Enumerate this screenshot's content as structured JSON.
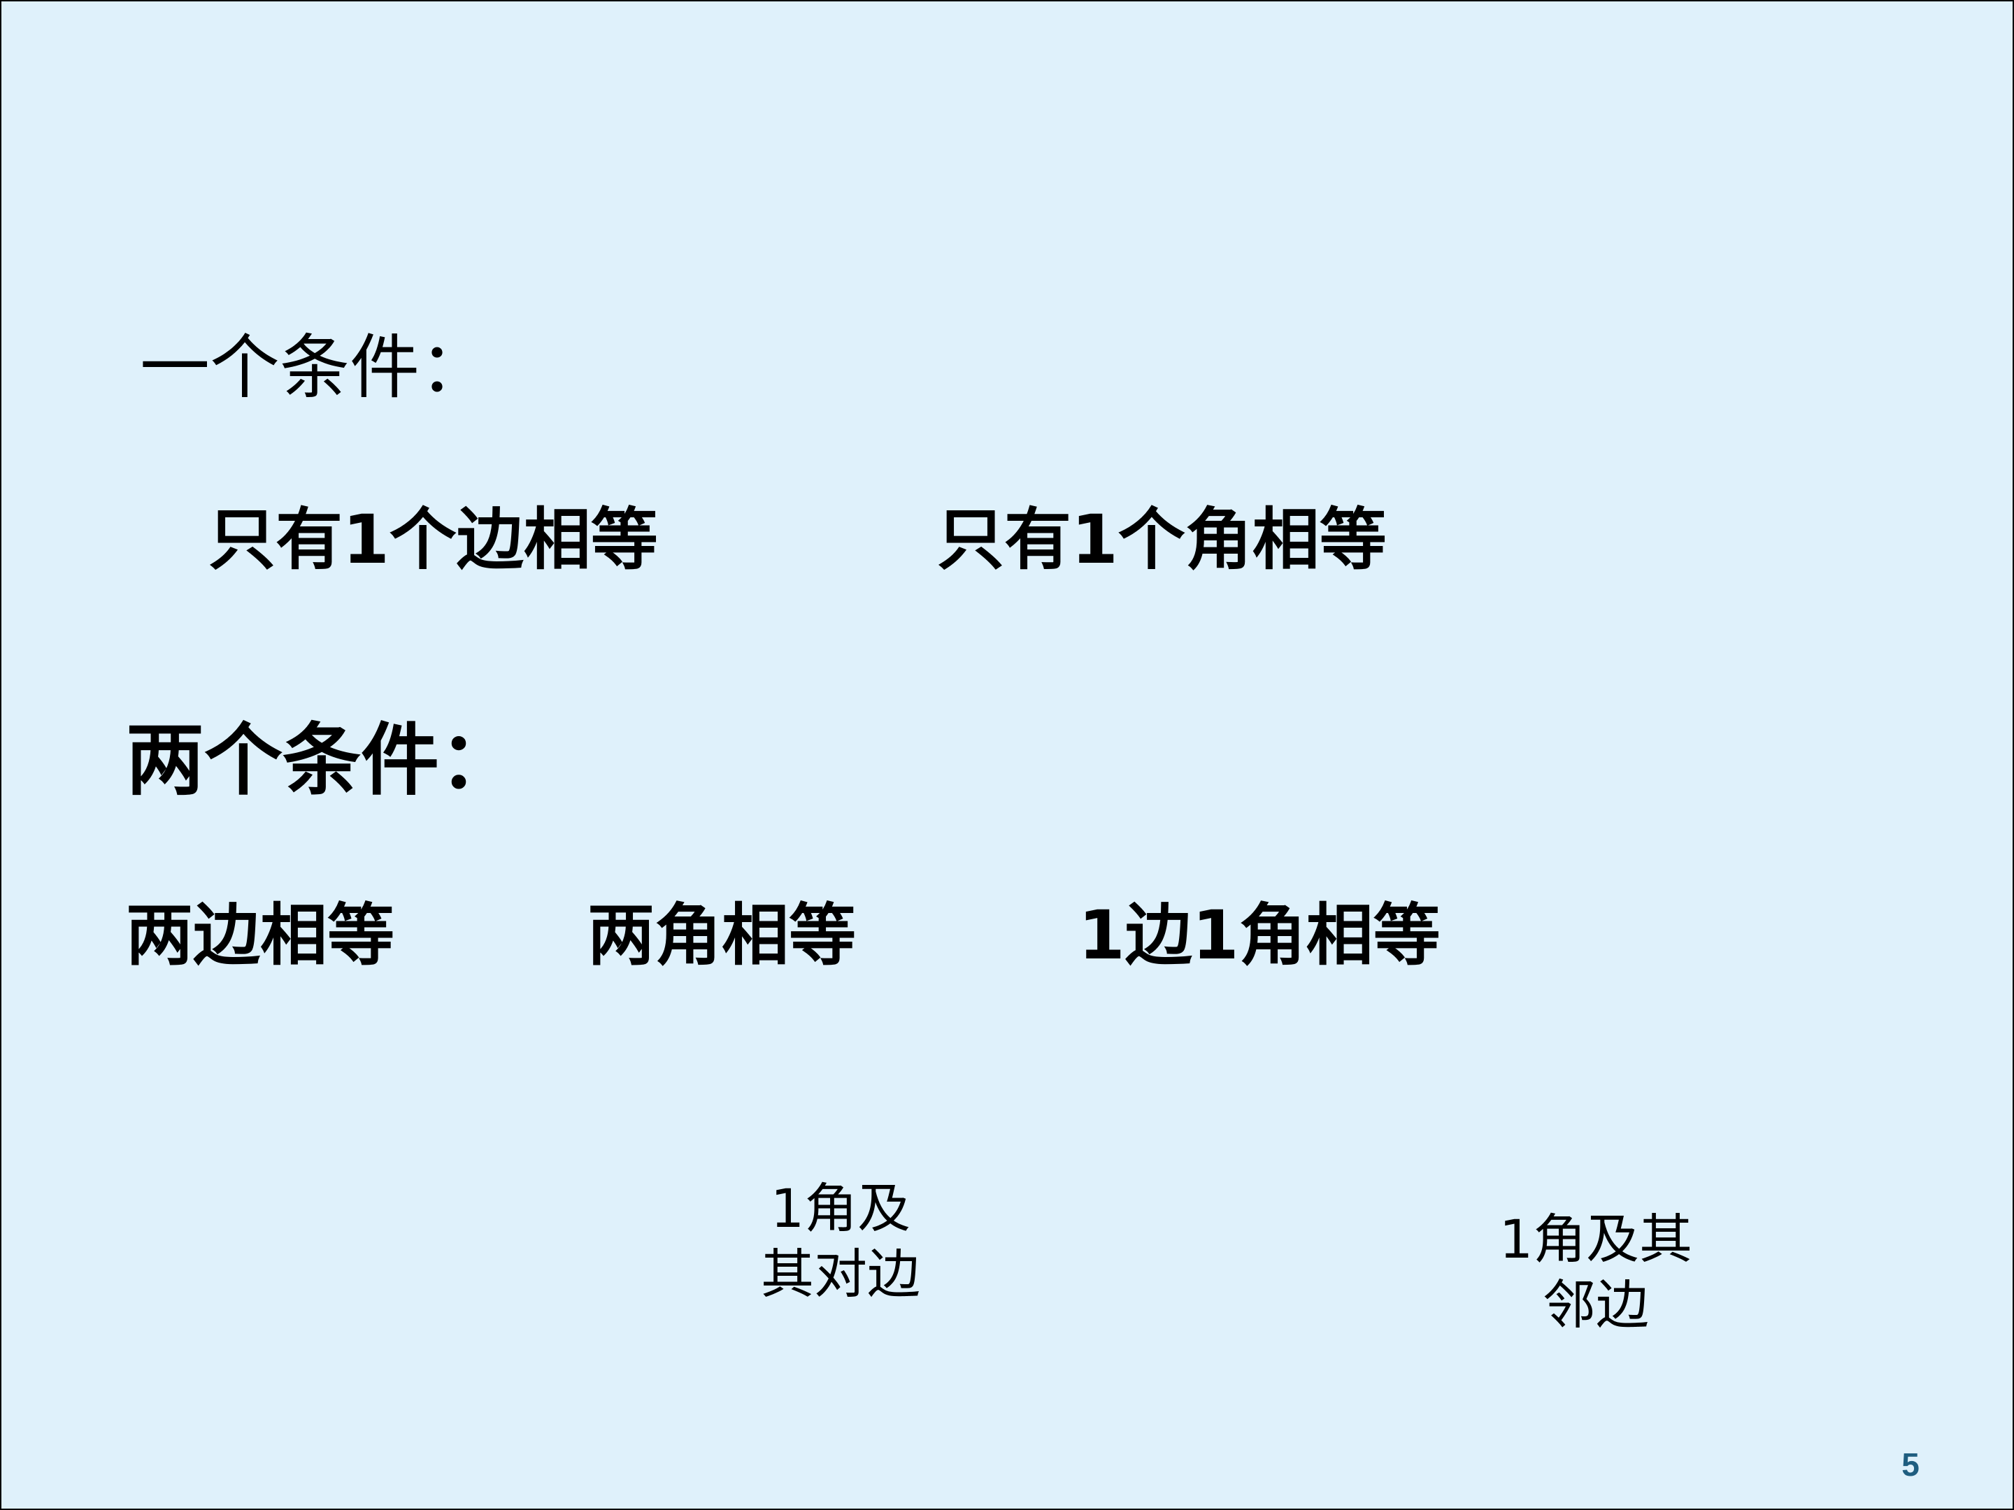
{
  "slide": {
    "background_color": "#dff1fb",
    "text_color": "#000000",
    "page_number_color": "#1f5e80"
  },
  "section_one": {
    "heading": "一个条件：",
    "options": [
      "只有1个边相等",
      "只有1个角相等"
    ]
  },
  "section_two": {
    "heading": "两个条件：",
    "options": [
      "两边相等",
      "两角相等",
      "1边1角相等"
    ],
    "sub_cases": [
      {
        "line1": "1角及",
        "line2": "其对边"
      },
      {
        "line1": "1角及其",
        "line2": "邻边"
      }
    ]
  },
  "page_number": "5"
}
